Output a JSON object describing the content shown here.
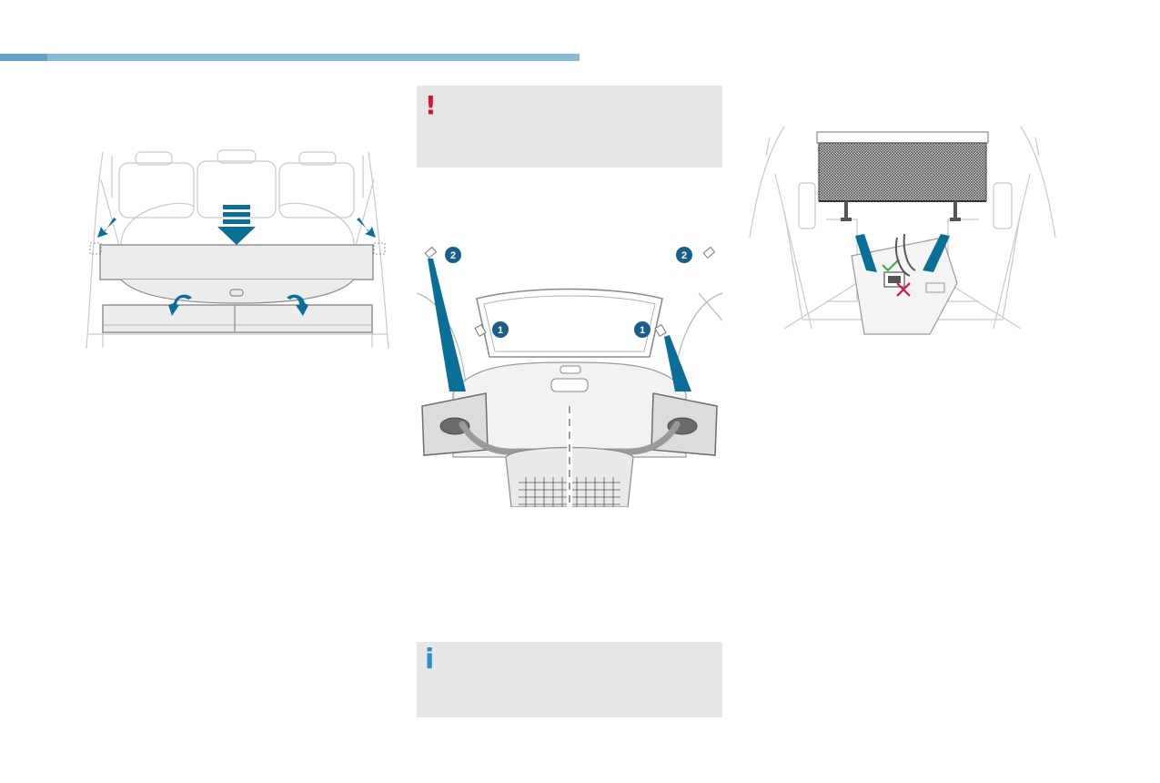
{
  "colors": {
    "header_bar": "#88bcd6",
    "warning": "#d9102e",
    "info": "#2a8ec7",
    "arrow": "#0a6f96",
    "notice_bg": "#e6e6e6"
  },
  "notices": {
    "warning": {
      "icon": "exclamation-icon",
      "glyph": "!"
    },
    "info": {
      "icon": "info-icon",
      "glyph": "i"
    }
  },
  "figures": {
    "rear_shelf": {
      "icon": "boot-shelf-removal-illustration"
    },
    "cargo_net_anchors": {
      "icon": "cargo-net-anchor-illustration",
      "callouts": [
        "1",
        "2",
        "2",
        "1"
      ]
    },
    "load_net": {
      "icon": "load-net-boot-illustration"
    }
  }
}
